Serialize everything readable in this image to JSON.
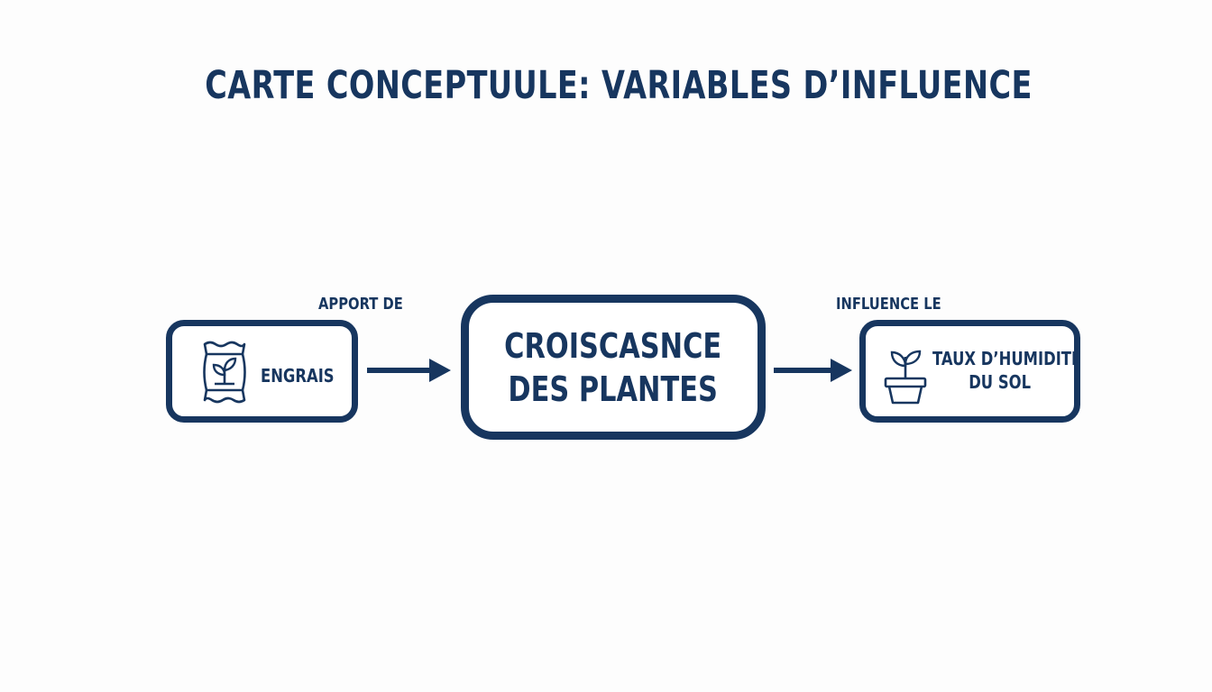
{
  "title": "CARTE CONCEPTUULE: VARIABLES D’INFLUENCE",
  "nodes": {
    "left": {
      "label": "ENGRAIS",
      "icon": "fertilizer-bag-icon"
    },
    "center": {
      "line1": "CROISCASNCE",
      "line2": "DES PLANTES"
    },
    "right": {
      "line1": "TAUX D’HUMIDITÉ",
      "line2": "DU SOL",
      "icon": "potted-plant-icon"
    }
  },
  "edges": {
    "left_label": "APPORT DE",
    "right_label": "INFLUENCE LE"
  },
  "colors": {
    "primary": "#17365f",
    "background": "#fdfdfd",
    "node_fill": "#ffffff"
  }
}
